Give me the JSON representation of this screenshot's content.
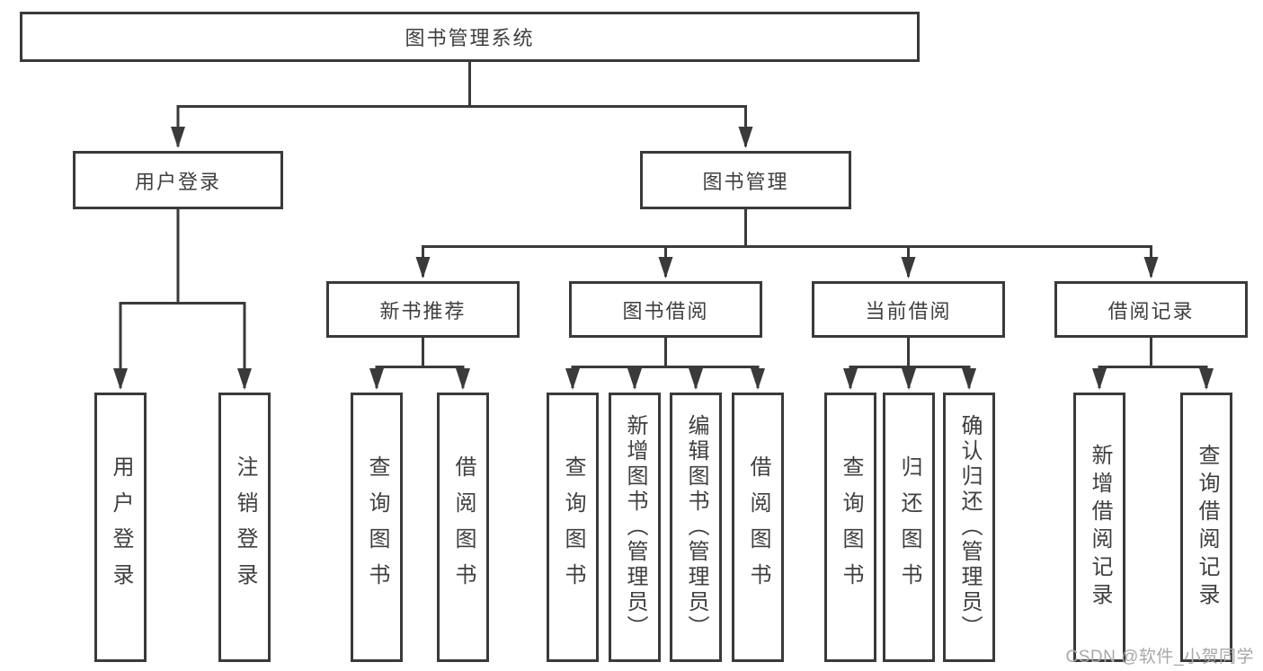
{
  "diagram": {
    "type": "hierarchy",
    "tree": {
      "label": "图书管理系统",
      "children": [
        {
          "label": "用户登录",
          "children": [
            {
              "label": "用户登录"
            },
            {
              "label": "注销登录"
            }
          ]
        },
        {
          "label": "图书管理",
          "children": [
            {
              "label": "新书推荐",
              "children": [
                {
                  "label": "查询图书"
                },
                {
                  "label": "借阅图书"
                }
              ]
            },
            {
              "label": "图书借阅",
              "children": [
                {
                  "label": "查询图书"
                },
                {
                  "label": "新增图书（管理员）"
                },
                {
                  "label": "编辑图书（管理员）"
                },
                {
                  "label": "借阅图书"
                }
              ]
            },
            {
              "label": "当前借阅",
              "children": [
                {
                  "label": "查询图书"
                },
                {
                  "label": "归还图书"
                },
                {
                  "label": "确认归还（管理员）"
                }
              ]
            },
            {
              "label": "借阅记录",
              "children": [
                {
                  "label": "新增借阅记录"
                },
                {
                  "label": "查询借阅记录"
                }
              ]
            }
          ]
        }
      ]
    },
    "colors": {
      "line": "#3a3a3a",
      "text": "#3f3f3f",
      "box_background": "#ffffff",
      "watermark": "#a8a8a8"
    }
  },
  "watermark": {
    "text": "CSDN @软件_小贺同学"
  }
}
